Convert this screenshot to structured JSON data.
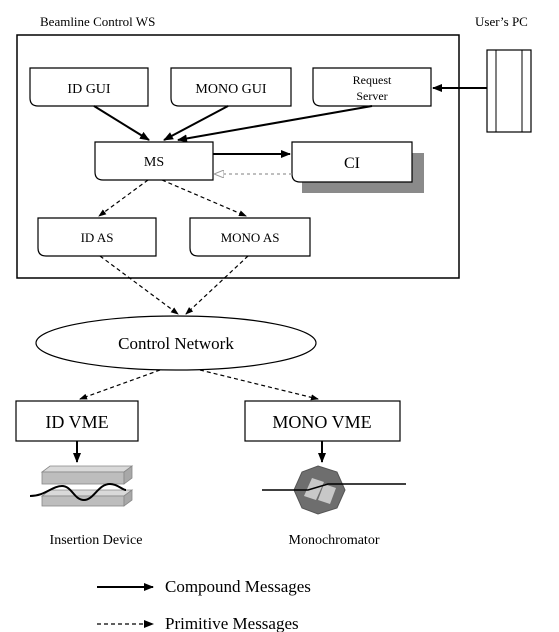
{
  "diagram": {
    "workstation_title": "Beamline Control WS",
    "users_pc_label": "User’s PC",
    "nodes": {
      "id_gui": "ID GUI",
      "mono_gui": "MONO GUI",
      "request_server_line1": "Request",
      "request_server_line2": "Server",
      "ms": "MS",
      "ci": "CI",
      "id_as": "ID AS",
      "mono_as": "MONO AS",
      "control_network": "Control Network",
      "id_vme": "ID VME",
      "mono_vme": "MONO VME"
    },
    "devices": {
      "insertion_device": "Insertion Device",
      "monochromator": "Monochromator"
    },
    "legend": {
      "compound": "Compound Messages",
      "primitive": "Primitive Messages"
    }
  }
}
